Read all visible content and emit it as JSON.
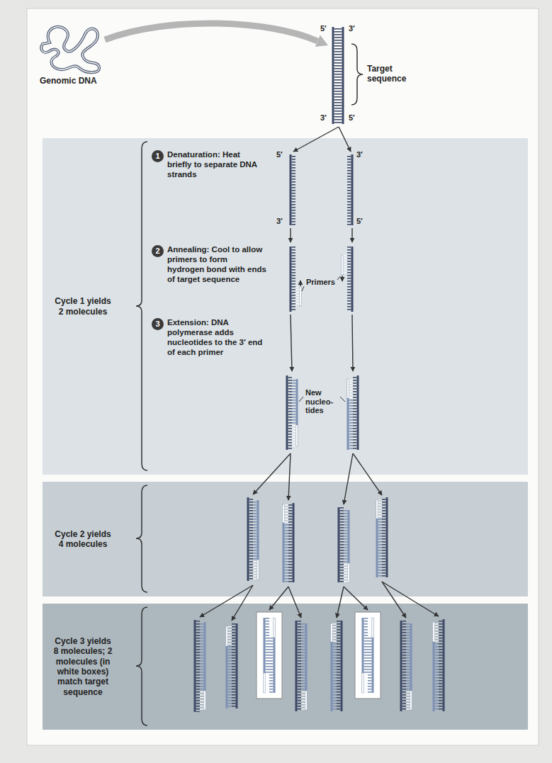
{
  "diagram": {
    "nodes": [
      {
        "text": [
          "Cycle 1 yields 2 molecules"
        ]
      },
      {
        "text": [
          "Cycle 2 yields 4 molecules"
        ]
      },
      {
        "text": [
          "Cycle 3 yields 8 molecules; 2 molecules (in white boxes) match target sequence"
        ]
      }
    ],
    "labels": [
      "Genomic DNA",
      "5′",
      "3′",
      "Target sequence",
      "3′",
      "5′",
      "1",
      "Denaturation: Heat briefly to separate DNA strands",
      "5′",
      "3′",
      "3′",
      "5′",
      "2",
      "Annealing: Cool to allow primers to form hydrogen bond with ends of target sequence",
      "Primers",
      "3",
      "Extension: DNA polymerase adds nucleotides to the 3′ end of each primer",
      "New nucleo- tides"
    ]
  }
}
